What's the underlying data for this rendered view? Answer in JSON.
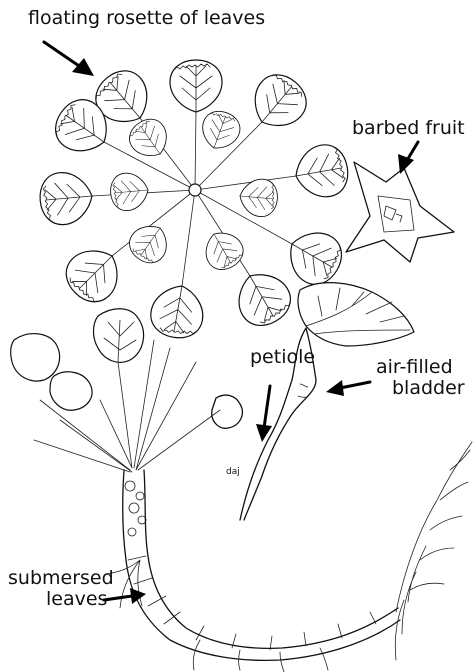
{
  "labels": {
    "floating_rosette": "floating rosette of leaves",
    "barbed_fruit": "barbed fruit",
    "petiole": "petiole",
    "air_filled_line1": "air-filled",
    "air_filled_line2": "bladder",
    "submersed_line1": "submersed",
    "submersed_line2": "leaves",
    "initials": "daj"
  },
  "colors": {
    "ink": "#111111",
    "paper": "#ffffff"
  }
}
